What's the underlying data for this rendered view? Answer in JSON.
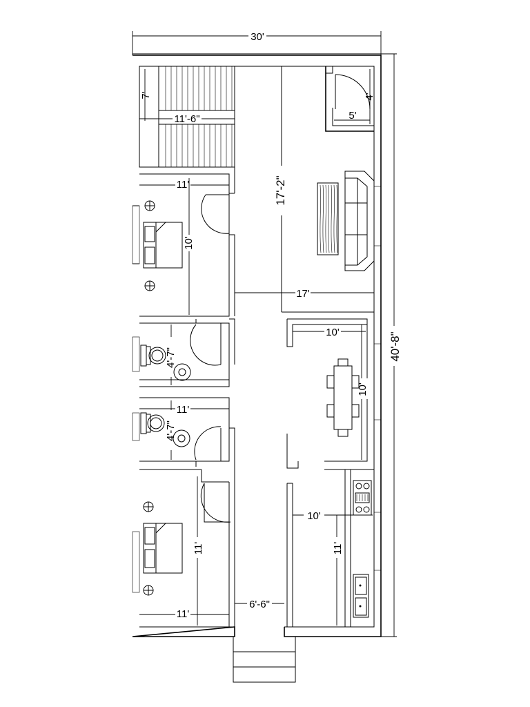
{
  "plan": {
    "overall": {
      "width": "30'",
      "depth": "40'-8\""
    },
    "staircase": {
      "vertical": "7'",
      "horizontal": "11'-6\""
    },
    "entry_closet": {
      "vertical": "4'",
      "horizontal": "5'"
    },
    "living_room": {
      "depth": "17'-2\"",
      "width": "17'"
    },
    "bedroom_top": {
      "width": "11'",
      "depth": "10'"
    },
    "bath_top": {
      "depth": "4'-7\""
    },
    "bath_bottom": {
      "width": "11'",
      "depth": "4'-7\""
    },
    "dining": {
      "width": "10'",
      "depth": "10'"
    },
    "kitchen": {
      "width": "10'",
      "depth": "11'"
    },
    "bedroom_bottom": {
      "width": "11'",
      "depth": "11'"
    },
    "corridor": {
      "width": "6'-6\""
    }
  },
  "colors": {
    "line": "#000000",
    "background": "#ffffff"
  }
}
